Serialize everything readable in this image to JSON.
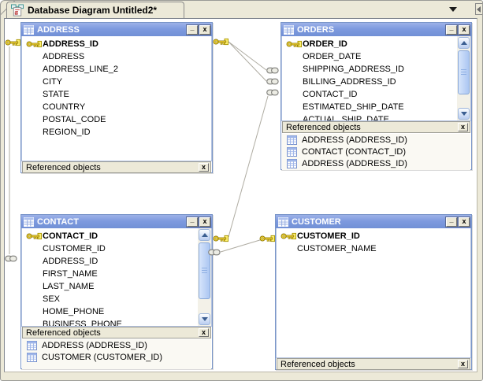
{
  "tab": {
    "title": "Database Diagram Untitled2*"
  },
  "labels": {
    "referenced_objects": "Referenced objects"
  },
  "controls": {
    "minimize_glyph": "_",
    "close_glyph": "x",
    "panel_close_glyph": "x"
  },
  "entities": [
    {
      "title": "ADDRESS",
      "pk_column": "ADDRESS_ID",
      "columns": [
        "ADDRESS",
        "ADDRESS_LINE_2",
        "CITY",
        "STATE",
        "COUNTRY",
        "POSTAL_CODE",
        "REGION_ID"
      ],
      "referenced": []
    },
    {
      "title": "ORDERS",
      "pk_column": "ORDER_ID",
      "columns": [
        "ORDER_DATE",
        "SHIPPING_ADDRESS_ID",
        "BILLING_ADDRESS_ID",
        "CONTACT_ID",
        "ESTIMATED_SHIP_DATE",
        "ACTUAL_SHIP_DATE"
      ],
      "referenced": [
        "ADDRESS (ADDRESS_ID)",
        "CONTACT (CONTACT_ID)",
        "ADDRESS (ADDRESS_ID)"
      ]
    },
    {
      "title": "CONTACT",
      "pk_column": "CONTACT_ID",
      "columns": [
        "CUSTOMER_ID",
        "ADDRESS_ID",
        "FIRST_NAME",
        "LAST_NAME",
        "SEX",
        "HOME_PHONE",
        "BUSINESS_PHONE"
      ],
      "referenced": [
        "ADDRESS (ADDRESS_ID)",
        "CUSTOMER (CUSTOMER_ID)"
      ]
    },
    {
      "title": "CUSTOMER",
      "pk_column": "CUSTOMER_ID",
      "columns": [
        "CUSTOMER_NAME"
      ],
      "referenced": []
    }
  ],
  "colors": {
    "titlebar_blue": "#7E9ADF",
    "window_border": "#7A96C9",
    "chrome_beige": "#ECE9D8",
    "canvas_white": "#FFFFFF",
    "key_gold": "#F4D738",
    "connector_line": "#AFACA2"
  }
}
